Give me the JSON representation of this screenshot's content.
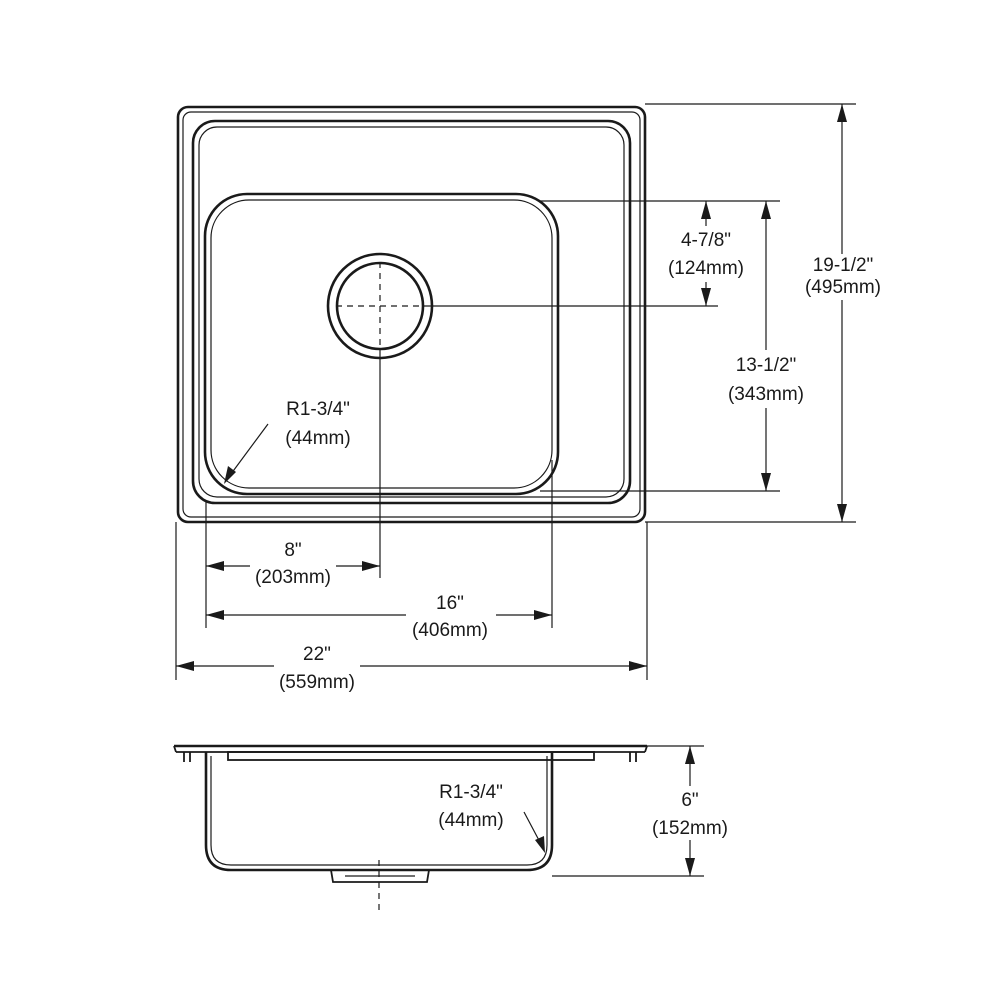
{
  "top_view": {
    "width": {
      "imperial": "22\"",
      "metric": "(559mm)"
    },
    "length": {
      "imperial": "19-1/2\"",
      "metric": "(495mm)"
    },
    "bowl_width": {
      "imperial": "16\"",
      "metric": "(406mm)"
    },
    "bowl_length": {
      "imperial": "13-1/2\"",
      "metric": "(343mm)"
    },
    "drain_offset_x": {
      "imperial": "8\"",
      "metric": "(203mm)"
    },
    "drain_offset_y": {
      "imperial": "4-7/8\"",
      "metric": "(124mm)"
    },
    "corner_radius": {
      "imperial": "R1-3/4\"",
      "metric": "(44mm)"
    }
  },
  "side_view": {
    "depth": {
      "imperial": "6\"",
      "metric": "(152mm)"
    },
    "corner_radius": {
      "imperial": "R1-3/4\"",
      "metric": "(44mm)"
    }
  }
}
